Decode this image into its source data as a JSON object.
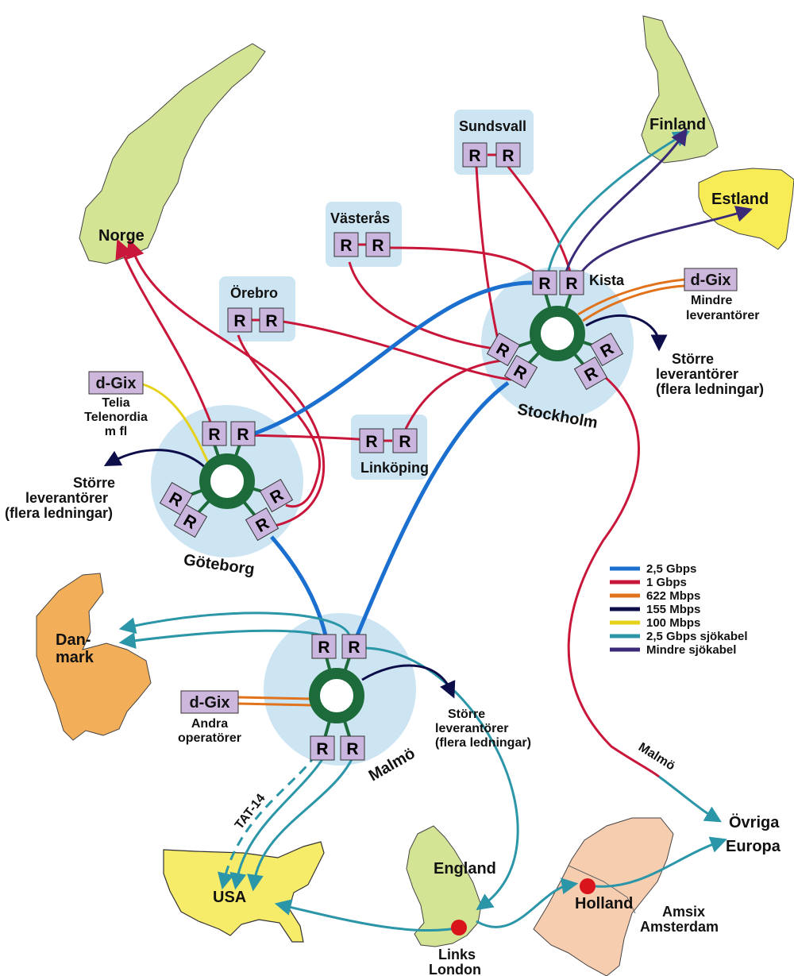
{
  "countries": {
    "norge": "Norge",
    "finland": "Finland",
    "estland": "Estland",
    "danmark_1": "Dan-",
    "danmark_2": "mark",
    "usa": "USA",
    "england": "England",
    "holland": "Holland"
  },
  "cities": {
    "sundsvall": "Sundsvall",
    "vasteras": "Västerås",
    "orebro": "Örebro",
    "linkoping": "Linköping",
    "kista": "Kista",
    "stockholm": "Stockholm",
    "goteborg": "Göteborg",
    "malmo": "Malmö",
    "malmo_cable": "Malmö"
  },
  "router_label": "R",
  "dgix": {
    "label": "d-Gix",
    "stockholm_1": "Mindre",
    "stockholm_2": "leverantörer",
    "goteborg_1": "Telia",
    "goteborg_2": "Telenordia",
    "goteborg_3": "m fl",
    "malmo_1": "Andra",
    "malmo_2": "operatörer"
  },
  "large_providers": {
    "line1": "Större",
    "line2": "leverantörer",
    "line3": "(flera ledningar)"
  },
  "tat14": "TAT-14",
  "exchanges": {
    "links_1": "Links",
    "links_2": "London",
    "amsix_1": "Amsix",
    "amsix_2": "Amsterdam",
    "ovriga_1": "Övriga",
    "ovriga_2": "Europa"
  },
  "legend": [
    {
      "label": "2,5 Gbps",
      "color": "#1b6fcf"
    },
    {
      "label": "1 Gbps",
      "color": "#c8173a"
    },
    {
      "label": "622 Mbps",
      "color": "#e0731c"
    },
    {
      "label": "155 Mbps",
      "color": "#0d0d4a"
    },
    {
      "label": "100 Mbps",
      "color": "#e4d21c"
    },
    {
      "label": "2,5 Gbps sjökabel",
      "color": "#2b96a8"
    },
    {
      "label": "Mindre sjökabel",
      "color": "#3a2a78"
    }
  ]
}
